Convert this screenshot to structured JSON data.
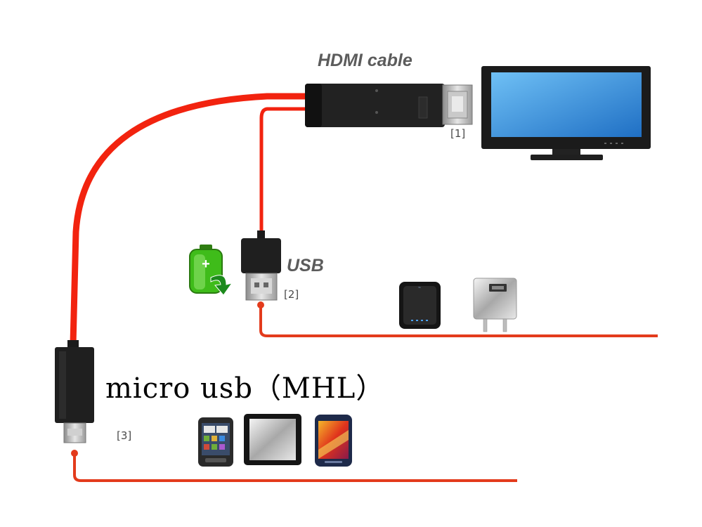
{
  "labels": {
    "hdmi_cable": "HDMI cable",
    "usb": "USB",
    "micro_usb": "micro usb（MHL）",
    "ref1": "[1]",
    "ref2": "[2]",
    "ref3": "[3]"
  },
  "colors": {
    "cable": "#f2230f",
    "connector": "#1f1f1f",
    "screen": "#2f8ad8",
    "battery": "#39b816"
  },
  "icons": [
    "tv-monitor-icon",
    "battery-charging-icon",
    "power-bank-icon",
    "wall-charger-icon",
    "smartphone-icon",
    "tablet-icon",
    "android-phone-icon"
  ]
}
